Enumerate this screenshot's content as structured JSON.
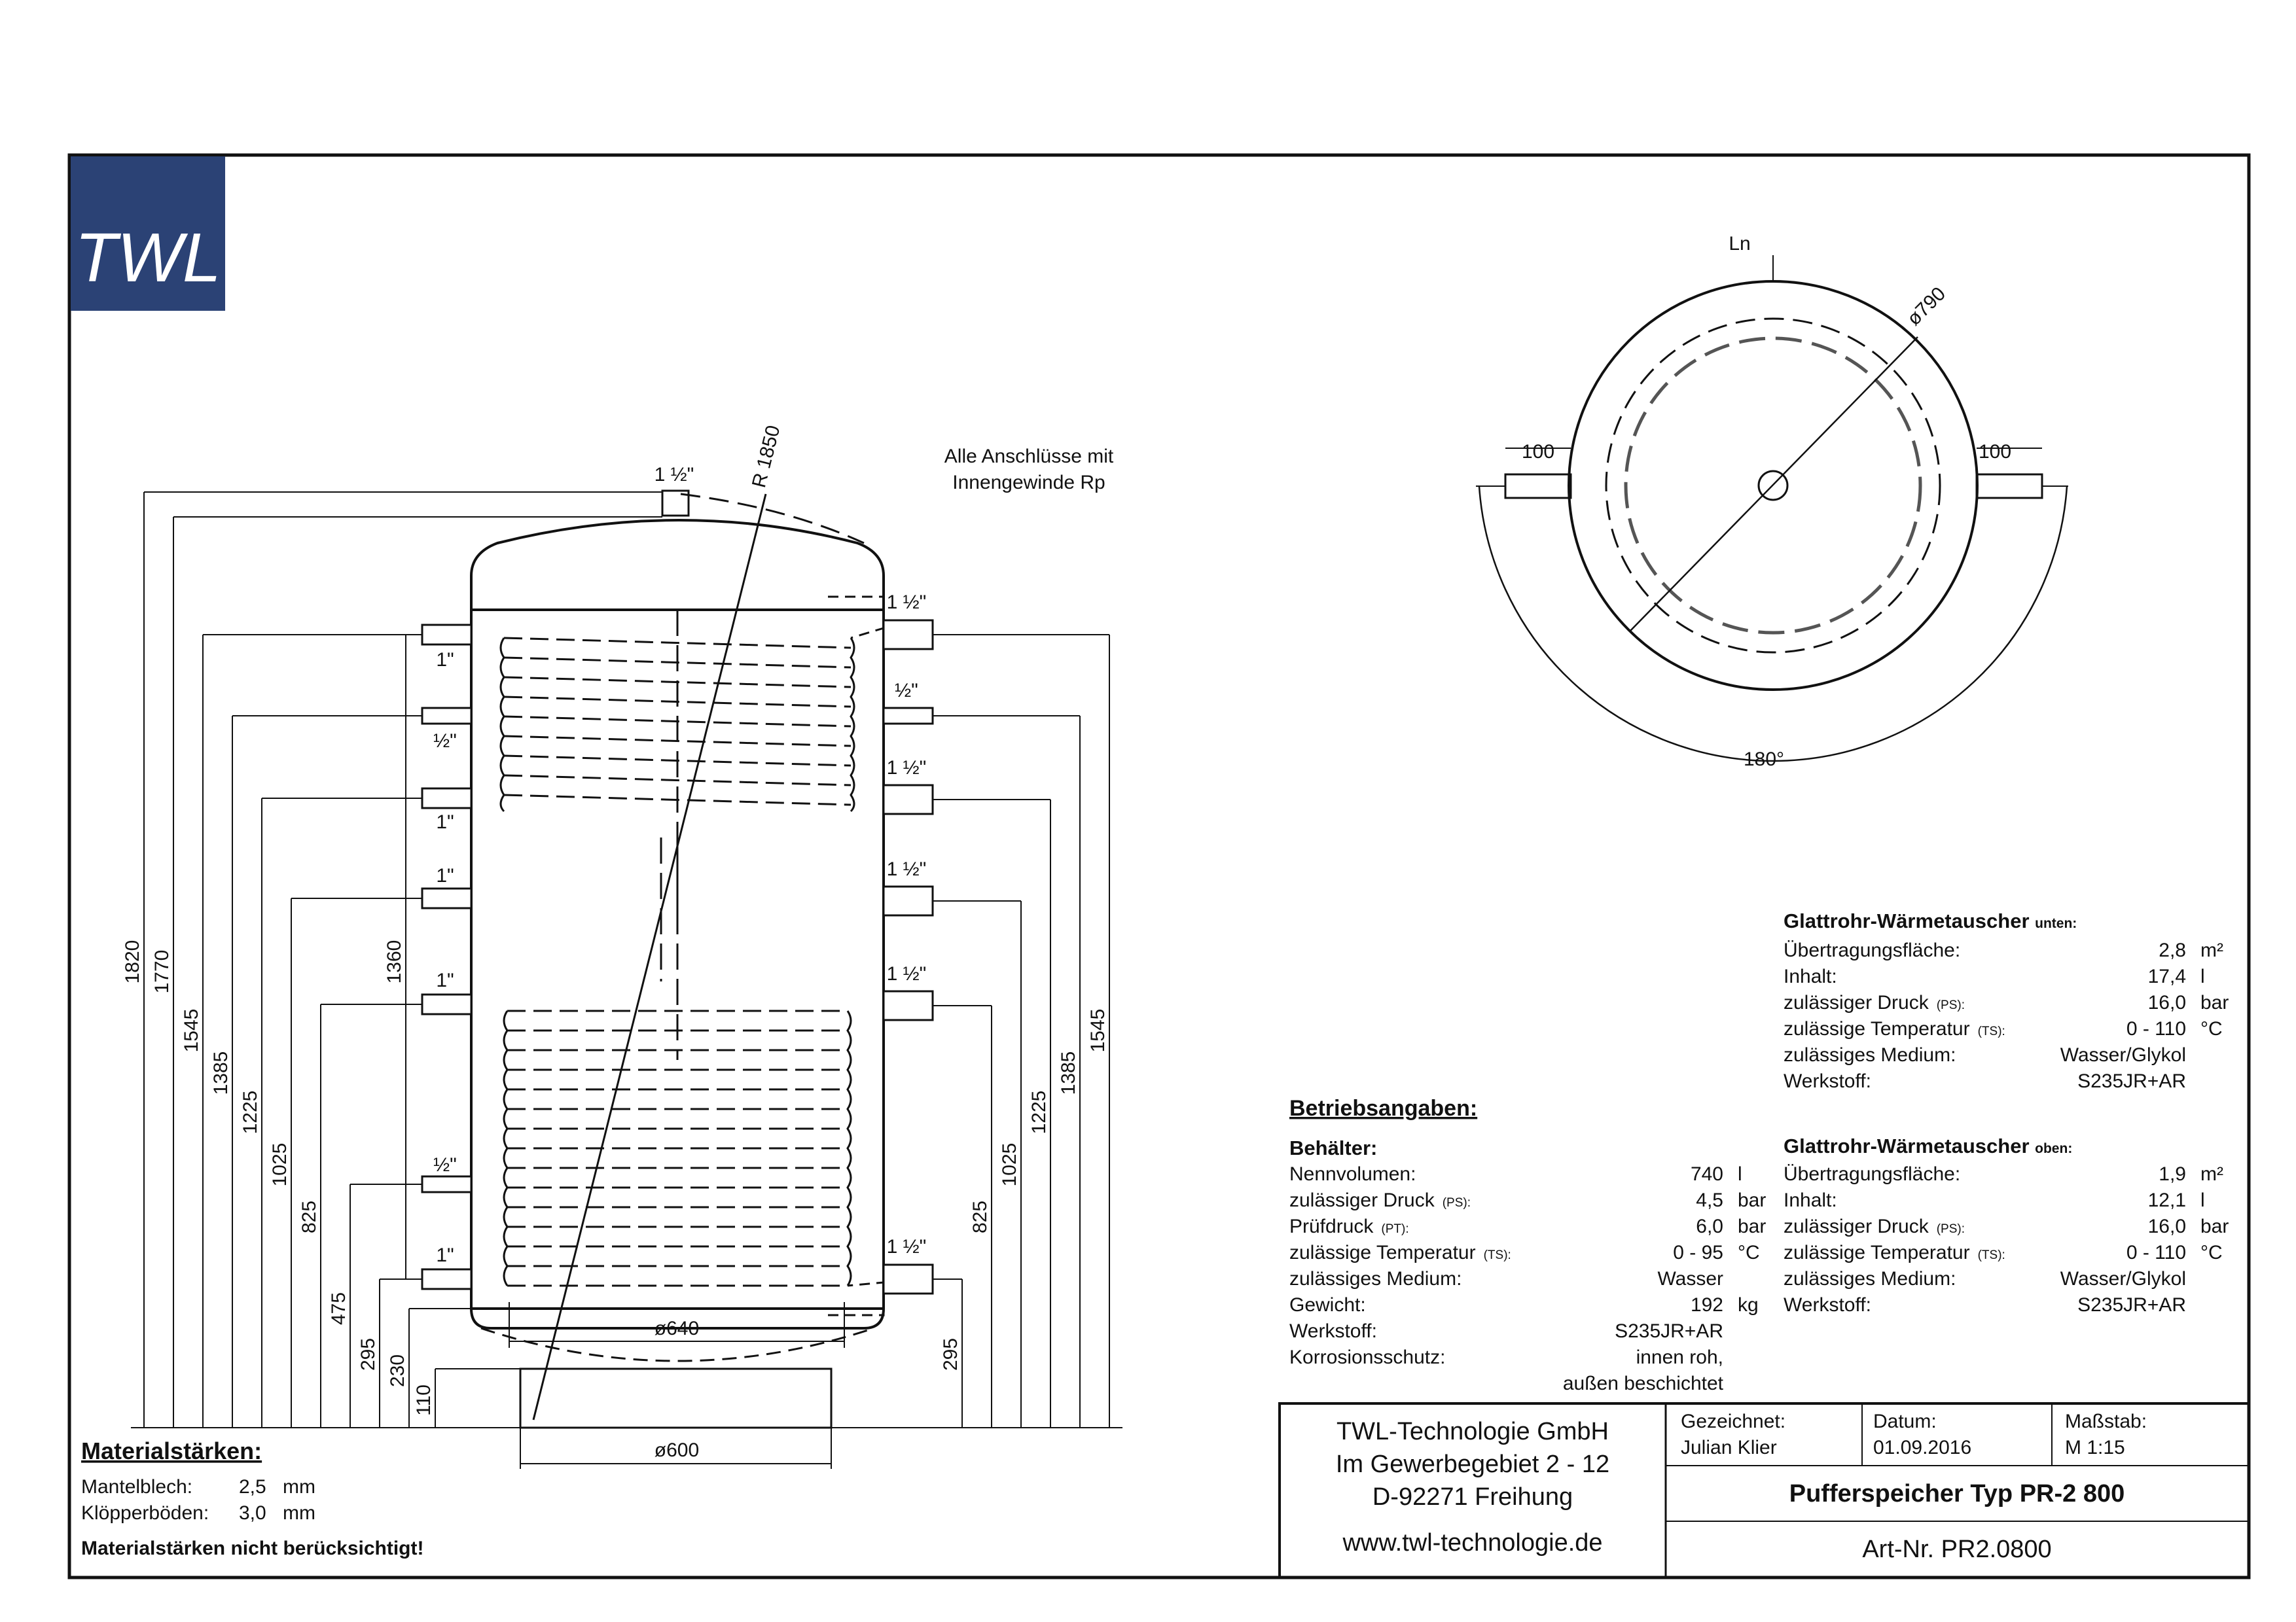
{
  "logo": {
    "text": "TWL",
    "color": "#2b4275"
  },
  "note": {
    "line1": "Alle Anschlüsse mit",
    "line2": "Innengewinde Rp"
  },
  "side_view": {
    "radius_label": "R 1850",
    "top_connection": "1 ½\"",
    "diameter_inner": "ø640",
    "diameter_base": "ø600",
    "left_connections": [
      "1\"",
      "½\"",
      "1\"",
      "1\"",
      "1\"",
      "½\"",
      "1\""
    ],
    "right_connections": [
      "1 ½\"",
      "½\"",
      "1 ½\"",
      "1 ½\"",
      "1 ½\"",
      "1 ½\""
    ],
    "left_dimensions": [
      "1820",
      "1770",
      "1545",
      "1385",
      "1225",
      "1025",
      "825",
      "475",
      "295",
      "230",
      "110",
      "1360"
    ],
    "right_dimensions": [
      "1545",
      "1385",
      "1225",
      "1025",
      "825",
      "295"
    ]
  },
  "top_view": {
    "ln_label": "Ln",
    "diameter": "ø790",
    "left_offset": "100",
    "right_offset": "100",
    "angle": "180°"
  },
  "waermetauscher_unten": {
    "title": "Glattrohr-Wärmetauscher",
    "suffix": "unten:",
    "rows": [
      {
        "label": "Übertragungsfläche:",
        "sub": "",
        "value": "2,8",
        "unit": "m²"
      },
      {
        "label": "Inhalt:",
        "sub": "",
        "value": "17,4",
        "unit": "l"
      },
      {
        "label": "zulässiger Druck",
        "sub": "(PS):",
        "value": "16,0",
        "unit": "bar"
      },
      {
        "label": "zulässige Temperatur",
        "sub": "(TS):",
        "value": "0 - 110",
        "unit": "°C"
      },
      {
        "label": "zulässiges Medium:",
        "sub": "",
        "value": "Wasser/Glykol",
        "unit": ""
      },
      {
        "label": "Werkstoff:",
        "sub": "",
        "value": "S235JR+AR",
        "unit": ""
      }
    ]
  },
  "waermetauscher_oben": {
    "title": "Glattrohr-Wärmetauscher",
    "suffix": "oben:",
    "rows": [
      {
        "label": "Übertragungsfläche:",
        "sub": "",
        "value": "1,9",
        "unit": "m²"
      },
      {
        "label": "Inhalt:",
        "sub": "",
        "value": "12,1",
        "unit": "l"
      },
      {
        "label": "zulässiger Druck",
        "sub": "(PS):",
        "value": "16,0",
        "unit": "bar"
      },
      {
        "label": "zulässige Temperatur",
        "sub": "(TS):",
        "value": "0 - 110",
        "unit": "°C"
      },
      {
        "label": "zulässiges Medium:",
        "sub": "",
        "value": "Wasser/Glykol",
        "unit": ""
      },
      {
        "label": "Werkstoff:",
        "sub": "",
        "value": "S235JR+AR",
        "unit": ""
      }
    ]
  },
  "betriebsangaben": {
    "title": "Betriebsangaben:",
    "subtitle": "Behälter:",
    "rows": [
      {
        "label": "Nennvolumen:",
        "sub": "",
        "value": "740",
        "unit": "l"
      },
      {
        "label": "zulässiger Druck",
        "sub": "(PS):",
        "value": "4,5",
        "unit": "bar"
      },
      {
        "label": "Prüfdruck",
        "sub": "(PT):",
        "value": "6,0",
        "unit": "bar"
      },
      {
        "label": "zulässige Temperatur",
        "sub": "(TS):",
        "value": "0 - 95",
        "unit": "°C"
      },
      {
        "label": "zulässiges Medium:",
        "sub": "",
        "value": "Wasser",
        "unit": ""
      },
      {
        "label": "Gewicht:",
        "sub": "",
        "value": "192",
        "unit": "kg"
      },
      {
        "label": "Werkstoff:",
        "sub": "",
        "value": "S235JR+AR",
        "unit": ""
      },
      {
        "label": "Korrosionsschutz:",
        "sub": "",
        "value": "innen roh,",
        "unit": ""
      },
      {
        "label": "",
        "sub": "",
        "value": "außen beschichtet",
        "unit": ""
      }
    ]
  },
  "materialstaerken": {
    "title": "Materialstärken:",
    "rows": [
      {
        "label": "Mantelblech:",
        "value": "2,5",
        "unit": "mm"
      },
      {
        "label": "Klöpperböden:",
        "value": "3,0",
        "unit": "mm"
      }
    ],
    "note": "Materialstärken nicht berücksichtigt!"
  },
  "titleblock": {
    "company": "TWL-Technologie GmbH",
    "street": "Im Gewerbegebiet 2 - 12",
    "city": "D-92271 Freihung",
    "web": "www.twl-technologie.de",
    "drawn_label": "Gezeichnet:",
    "drawn_value": "Julian Klier",
    "date_label": "Datum:",
    "date_value": "01.09.2016",
    "scale_label": "Maßstab:",
    "scale_value": "M 1:15",
    "product": "Pufferspeicher Typ PR-2 800",
    "article": "Art-Nr. PR2.0800"
  }
}
